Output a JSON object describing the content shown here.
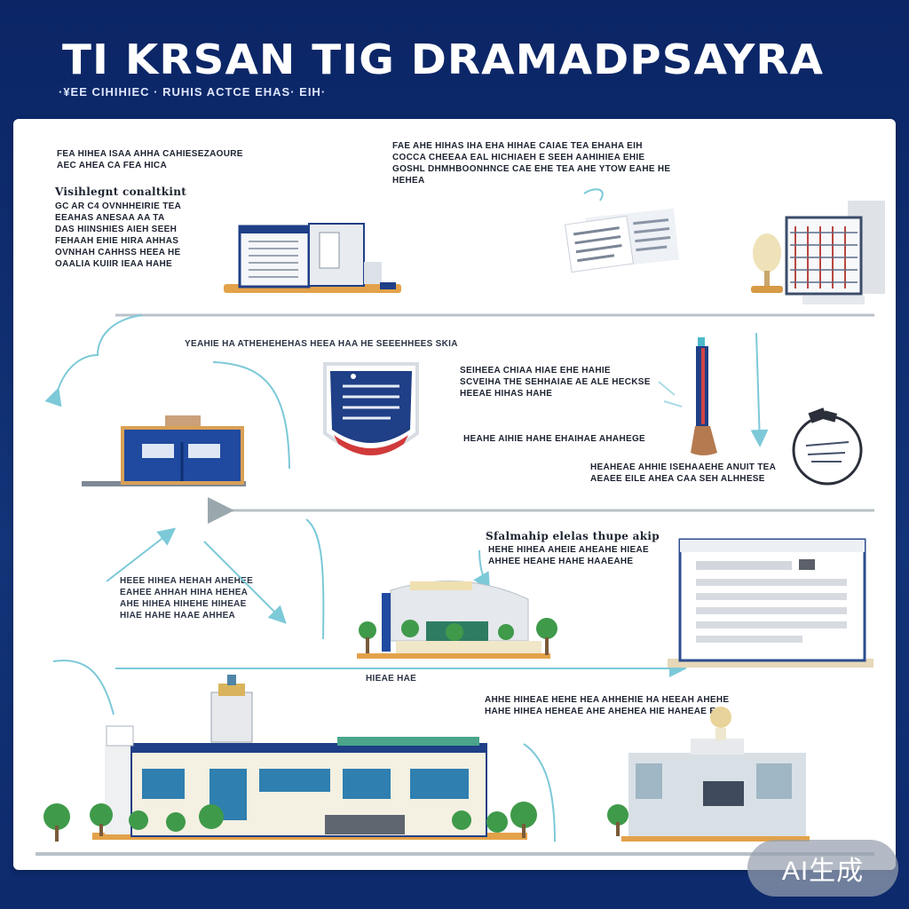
{
  "header": {
    "title": "TI KRSAN TIG DRAMADPSAYRA",
    "subtitle": "·¥EE CIHIHIEC  · RUHIS  ACTCE  EHAS·    EIH·"
  },
  "sections": {
    "row1": {
      "left_intro": "FEA HIHEA ISAA AHHA  CAHIESEZAOURE\nAEC AHEA CA FEA HICA",
      "left_heading": "Visihlegnt conaltkint",
      "left_body": "GC AR C4 OVNHHEIRIE TEA\nEEAHAS ANESAA  AA  TA\nDAS HIINSHIES AIEH  SEEH\nFEHAAH EHIE HIRA AHHAS\nOVNHAH CAHHSS HEEA HE\nOAALIA  KUIIR  IEAA HAHE",
      "right_body": "FAE AHE HIHAS IHA EHA HIHAE  CAIAE TEA EHAHA  EIH\nCOCCA CHEEAA EAL HICHIAEH  E  SEEH  AAHIHIEA EHIE\nGOSHL DHMHBOONHNCE CAE  EHE  TEA  AHE  YTOW  EAHE HE\nHEHEA"
    },
    "row2": {
      "caption": "YEAHIE HA ATHEHEHEHAS HEEA HAA HE   SEEEHHEES SKIA",
      "right_top": "SEIHEEA CHIAA HIAE EHE HAHIE\nSCVEIHA  THE  SEHHAIAE  AE ALE HECKSE\nHEEAE HIHAS HAHE",
      "right_mid": "HEAHE AIHIE HAHE EHAIHAE AHAHEGE",
      "right_bottom": "HEAHEAE AHHIE ISEHAAEHE  ANUIT TEA\nAEAEE  EILE  AHEA CAA SEH  ALHHESE"
    },
    "row3": {
      "left_body": "HEEE HIHEA  HEHAH  AHEHEE\nEAHEE AHHAH HIHA HEHEA\nAHE HIHEA HIHEHE HIHEAE\nHIAE HAHE HAAE AHHEA",
      "right_heading": "Sfalmahip elelas thupe akip",
      "right_body": "HEHE HIHEA AHEIE AHEAHE HIEAE\nAHHEE HEAHE HAHE HAAEAHE"
    },
    "row4": {
      "caption": "HIEAE HAE",
      "right_body": "AHHE HIHEAE HEHE HEA AHHEHIE HA HEEAH AHEHE\nHAHE HIHEA HEHEAE AHE AHEHEA HIE HAHEAE  EH"
    }
  },
  "watermark": {
    "label": "AI生成"
  },
  "colors": {
    "navy": "#0e2a6b",
    "accent_blue": "#1f4aa0",
    "cyan_arrow": "#7cc9d8",
    "orange_base": "#e3a24a",
    "tree_green": "#3f9a4a"
  }
}
